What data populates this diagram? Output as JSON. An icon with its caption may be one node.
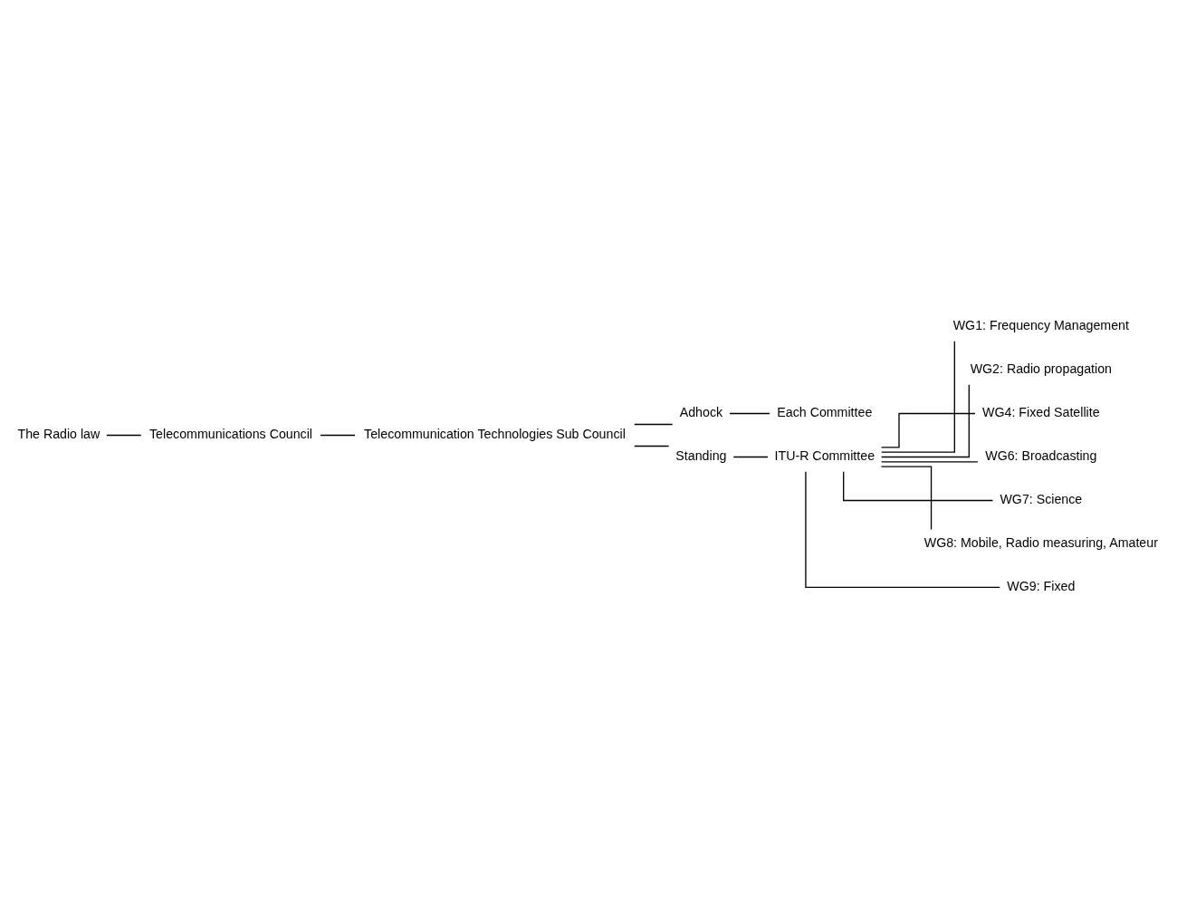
{
  "diagram": {
    "nodes": [
      {
        "text": [
          "The Radio law"
        ]
      },
      {
        "text": [
          "Telecommunications Council"
        ]
      },
      {
        "text": [
          "Telecommunication Technologies Sub Council"
        ]
      },
      {
        "text": [
          "Adhock"
        ]
      },
      {
        "text": [
          "Standing"
        ]
      },
      {
        "text": [
          "ITU-R Committee"
        ]
      },
      {
        "text": [
          "WG1: Frequency Management"
        ]
      },
      {
        "text": [
          "WG2: Radio propagation"
        ]
      },
      {
        "text": [
          "WG4: Fixed Satellite"
        ]
      },
      {
        "text": [
          "WG6: Broadcasting"
        ]
      },
      {
        "text": [
          "WG7: Science"
        ]
      },
      {
        "text": [
          "WG8: Mobile, Radio measuring, Amateur"
        ]
      },
      {
        "text": [
          "WG9: Fixed"
        ]
      },
      {
        "text": [
          "Each Committee"
        ]
      }
    ],
    "edges": [
      {
        "from": 0,
        "to": 1,
        "arrow": "none"
      },
      {
        "from": 1,
        "to": 2,
        "arrow": "none"
      },
      {
        "from": 2,
        "to": 3,
        "arrow": "none"
      },
      {
        "from": 2,
        "to": 4,
        "arrow": "none"
      },
      {
        "from": 4,
        "to": 5,
        "arrow": "none"
      },
      {
        "from": 5,
        "to": 6,
        "arrow": "none"
      },
      {
        "from": 5,
        "to": 7,
        "arrow": "none"
      },
      {
        "from": 5,
        "to": 8,
        "arrow": "none"
      },
      {
        "from": 5,
        "to": 9,
        "arrow": "none"
      },
      {
        "from": 5,
        "to": 10,
        "arrow": "none"
      },
      {
        "from": 5,
        "to": 11,
        "arrow": "none"
      },
      {
        "from": 5,
        "to": 12,
        "arrow": "none"
      },
      {
        "from": 3,
        "to": 13,
        "arrow": "none"
      }
    ]
  }
}
